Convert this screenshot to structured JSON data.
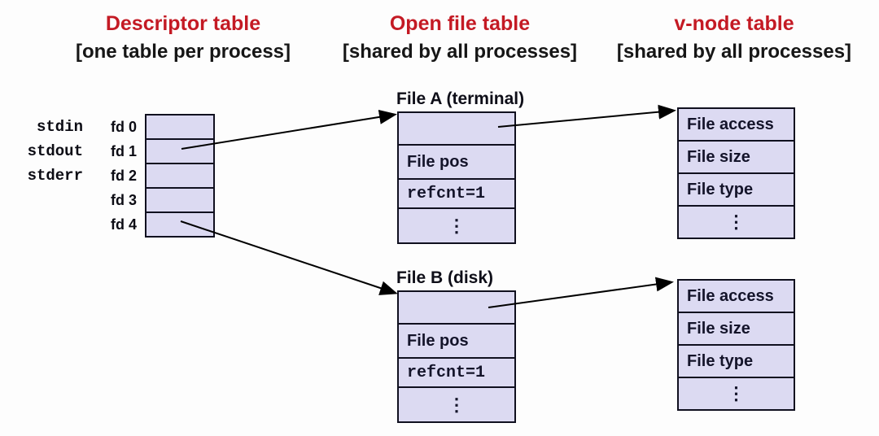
{
  "columns": [
    {
      "title": "Descriptor table",
      "subtitle": "[one table per process]"
    },
    {
      "title": "Open file table",
      "subtitle": "[shared by all processes]"
    },
    {
      "title": "v-node table",
      "subtitle": "[shared by all processes]"
    }
  ],
  "descriptor_table": {
    "std_labels": [
      "stdin",
      "stdout",
      "stderr"
    ],
    "fd_labels": [
      "fd 0",
      "fd 1",
      "fd 2",
      "fd 3",
      "fd 4"
    ]
  },
  "open_file_tables": [
    {
      "title": "File A (terminal)",
      "rows": [
        "",
        "File pos",
        "refcnt=1",
        "⋮"
      ]
    },
    {
      "title": "File B (disk)",
      "rows": [
        "",
        "File pos",
        "refcnt=1",
        "⋮"
      ]
    }
  ],
  "vnode_tables": [
    {
      "rows": [
        "File access",
        "File size",
        "File type",
        "⋮"
      ]
    },
    {
      "rows": [
        "File access",
        "File size",
        "File type",
        "⋮"
      ]
    }
  ],
  "connections": [
    {
      "from": "fd 1",
      "to": "File A (terminal)"
    },
    {
      "from": "File A (terminal)",
      "to": "vnode-table-1"
    },
    {
      "from": "fd 4",
      "to": "File B (disk)"
    },
    {
      "from": "File B (disk)",
      "to": "vnode-table-2"
    }
  ],
  "colors": {
    "header_red": "#c41a24",
    "text_black": "#161616",
    "cell_fill": "#dcdaf2",
    "cell_border": "#10101f",
    "arrow": "#000000"
  }
}
